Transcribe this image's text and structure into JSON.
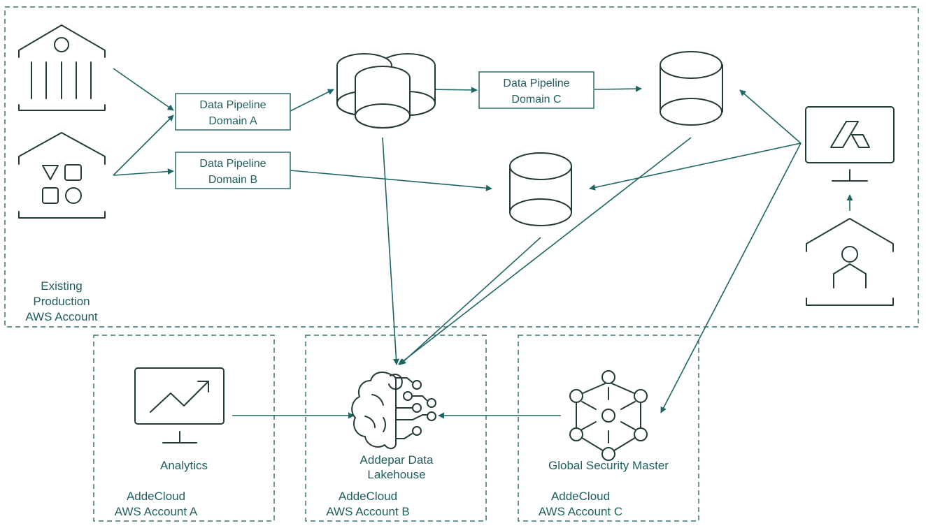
{
  "zones": {
    "production": {
      "label_lines": [
        "Existing",
        "Production",
        "AWS Account"
      ]
    },
    "account_a": {
      "label_lines": [
        "AddeCloud",
        "AWS Account A"
      ]
    },
    "account_b": {
      "label_lines": [
        "AddeCloud",
        "AWS Account B"
      ]
    },
    "account_c": {
      "label_lines": [
        "AddeCloud",
        "AWS Account C"
      ]
    }
  },
  "pipelines": {
    "domain_a": {
      "lines": [
        "Data Pipeline",
        "Domain A"
      ]
    },
    "domain_b": {
      "lines": [
        "Data Pipeline",
        "Domain B"
      ]
    },
    "domain_c": {
      "lines": [
        "Data Pipeline",
        "Domain C"
      ]
    }
  },
  "nodes": {
    "analytics": {
      "label": "Analytics",
      "icon": "monitor-chart-icon"
    },
    "lakehouse": {
      "label_lines": [
        "Addepar Data",
        "Lakehouse"
      ],
      "icon": "brain-circuit-icon"
    },
    "security_master": {
      "label": "Global Security Master",
      "icon": "hexagon-network-icon"
    },
    "bank_source": {
      "icon": "bank-building-icon"
    },
    "shapes_source": {
      "icon": "shapes-building-icon"
    },
    "multi_db": {
      "icon": "multi-database-icon"
    },
    "db_c": {
      "icon": "database-icon"
    },
    "db_b": {
      "icon": "database-icon"
    },
    "addepar_app": {
      "icon": "addepar-logo-monitor-icon"
    },
    "user_org": {
      "icon": "user-building-icon"
    }
  },
  "colors": {
    "accent": "#1e6664",
    "text": "#1f5f5e",
    "icon_stroke": "#243b3a",
    "zone_border": "#3a7472"
  }
}
